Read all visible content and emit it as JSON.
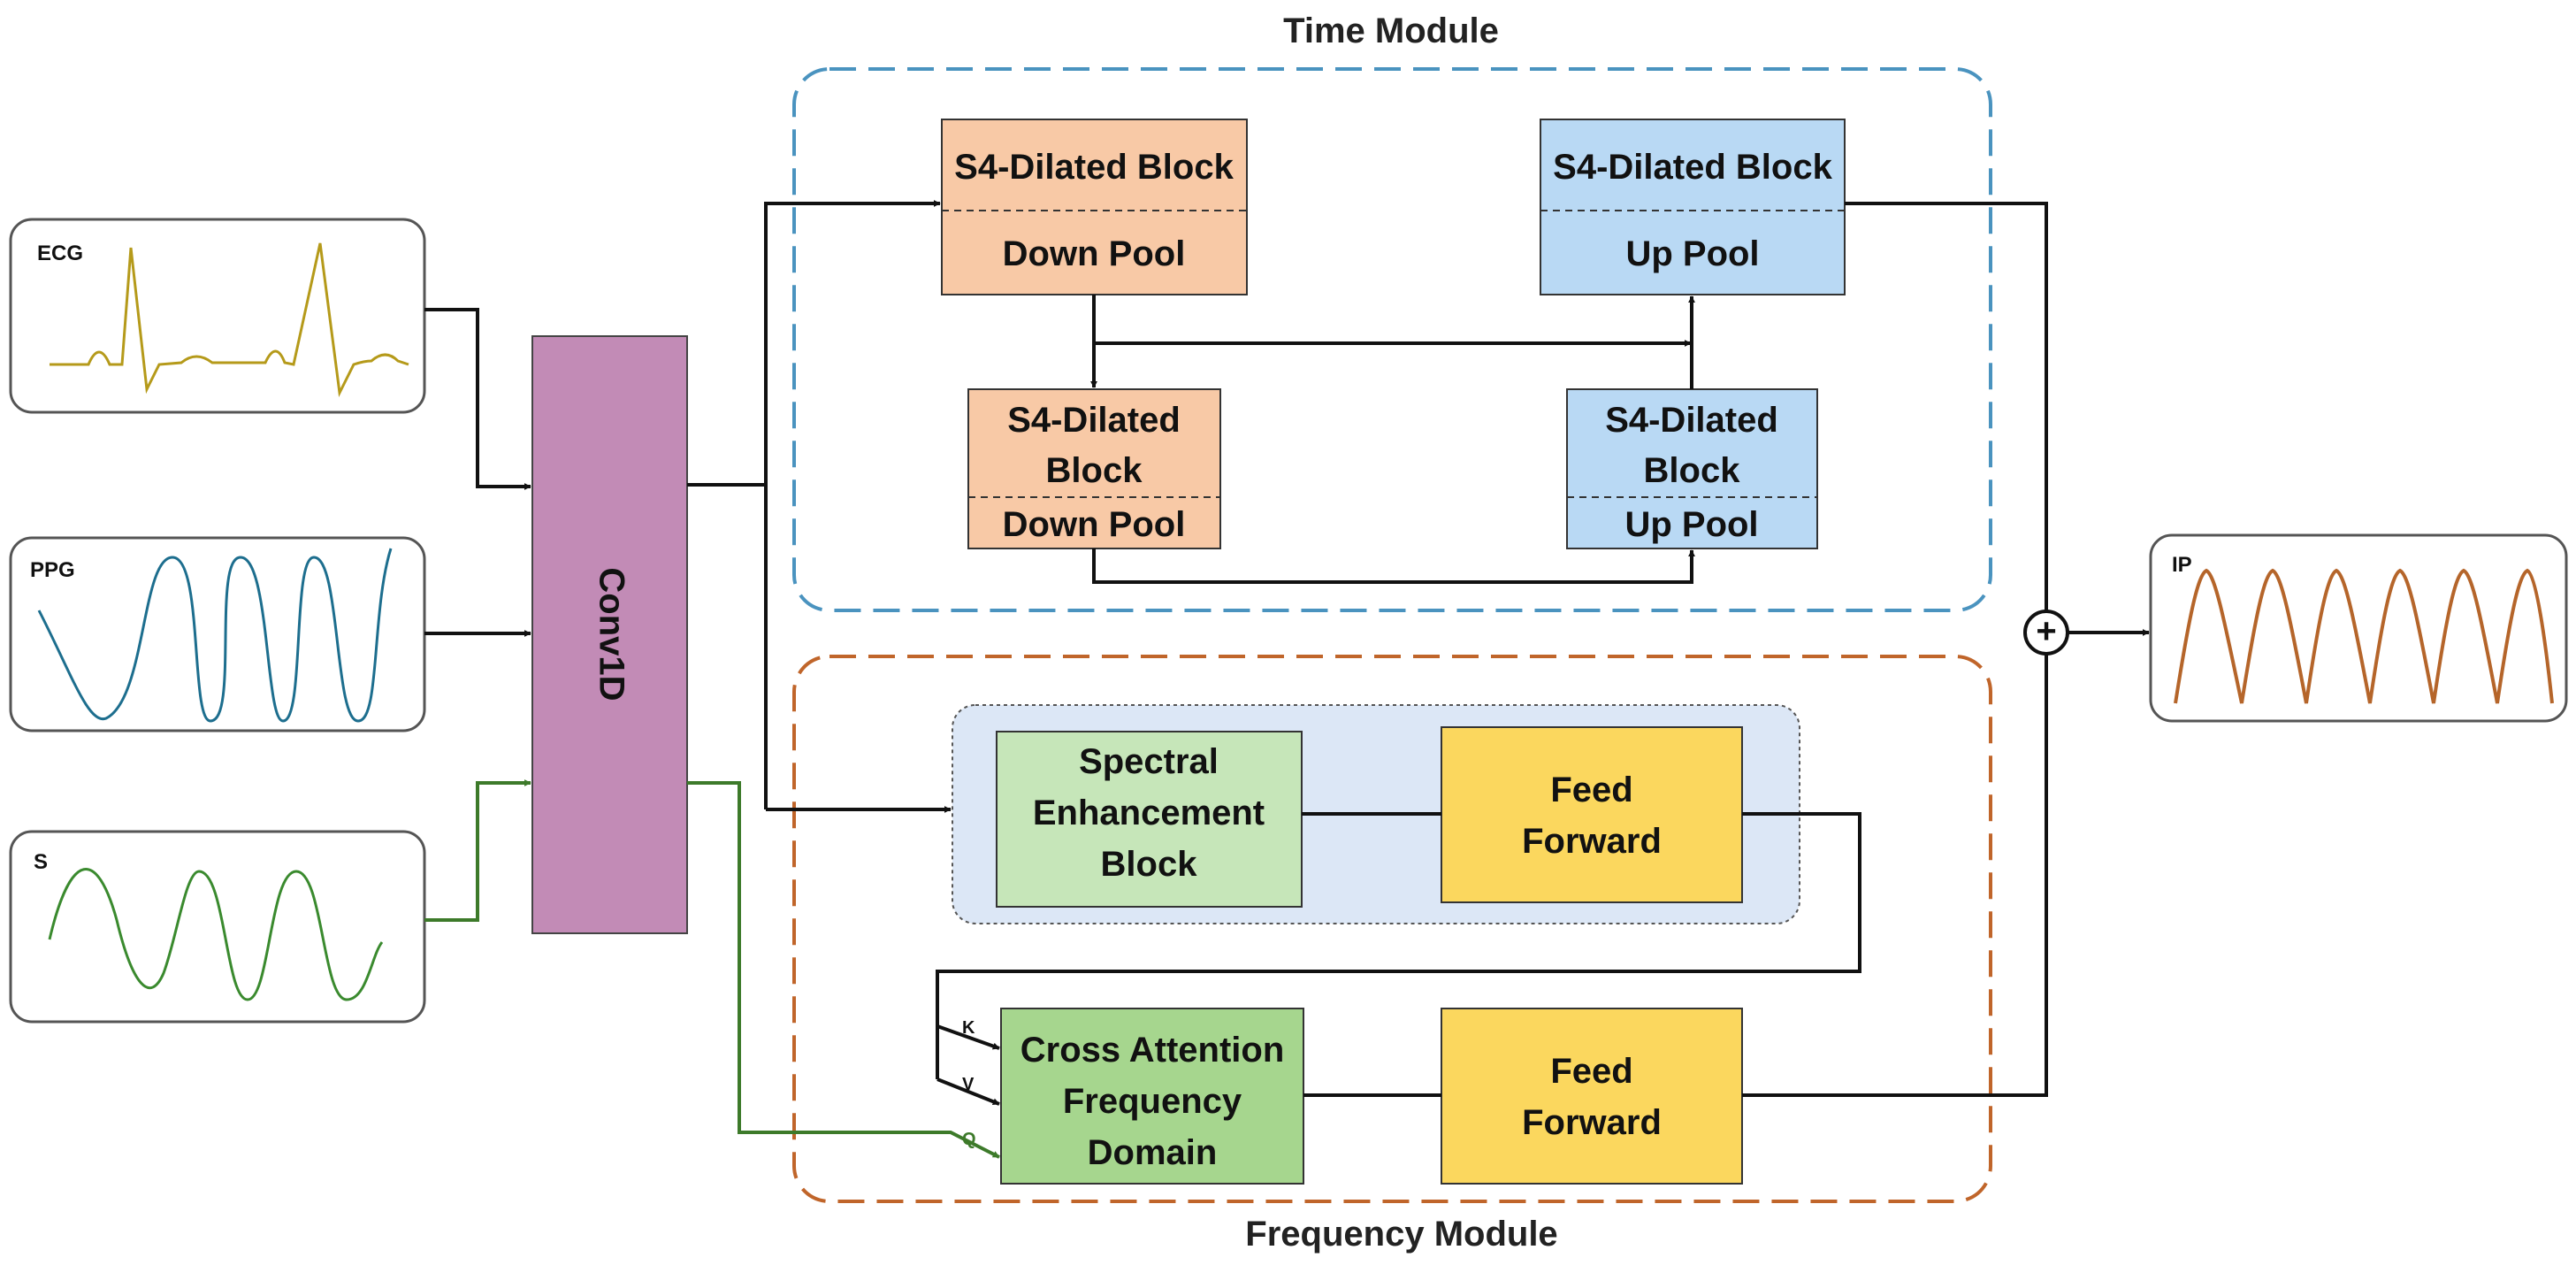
{
  "colors": {
    "time_module_border": "#4a93bf",
    "frequency_module_border": "#c0652a",
    "conv1d_fill": "#c28bb6",
    "s4_down_fill": "#f8c9a6",
    "s4_up_fill": "#b9d9f4",
    "spectral_fill": "#c6e6b9",
    "feed_forward_fill": "#fbd75e",
    "cross_attention_fill": "#a6d68e",
    "ecg_wave": "#b59a1a",
    "ppg_wave": "#1d6e8e",
    "s_wave": "#3a8a2e",
    "ip_wave": "#b5652a",
    "s_path_arrow": "#3d7a2a"
  },
  "diagram": {
    "time_module_title": "Time Module",
    "frequency_module_title": "Frequency Module",
    "inputs": [
      {
        "label": "ECG"
      },
      {
        "label": "PPG"
      },
      {
        "label": "S"
      }
    ],
    "output": {
      "label": "IP"
    },
    "conv1d": "Conv1D",
    "time_blocks": {
      "top_left": {
        "line1": "S4-Dilated Block",
        "line2": "Down Pool"
      },
      "top_right": {
        "line1": "S4-Dilated Block",
        "line2": "Up Pool"
      },
      "inner_left": {
        "line1": "S4-Dilated",
        "line2": "Block",
        "line3": "Down Pool"
      },
      "inner_right": {
        "line1": "S4-Dilated",
        "line2": "Block",
        "line3": "Up Pool"
      }
    },
    "frequency_blocks": {
      "spectral": {
        "line1": "Spectral",
        "line2": "Enhancement",
        "line3": "Block"
      },
      "feed_forward_1": {
        "line1": "Feed",
        "line2": "Forward"
      },
      "cross_attention": {
        "line1": "Cross Attention",
        "line2": "Frequency",
        "line3": "Domain"
      },
      "feed_forward_2": {
        "line1": "Feed",
        "line2": "Forward"
      }
    },
    "attention_inputs": {
      "k": "K",
      "v": "V",
      "q": "Q"
    },
    "sum_node": "+"
  }
}
